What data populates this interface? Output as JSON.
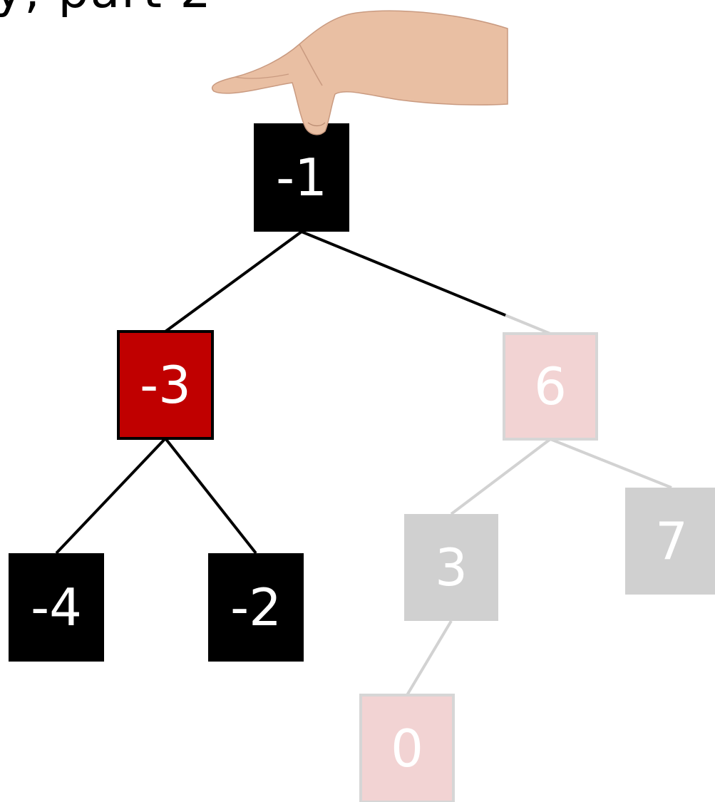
{
  "header": {
    "title_fragment": "y, part 2"
  },
  "tree": {
    "nodes": [
      {
        "id": "n-1",
        "label": "-1",
        "state": "black"
      },
      {
        "id": "n-3",
        "label": "-3",
        "state": "red"
      },
      {
        "id": "n6",
        "label": "6",
        "state": "faded-red"
      },
      {
        "id": "n-4",
        "label": "-4",
        "state": "black"
      },
      {
        "id": "n-2",
        "label": "-2",
        "state": "black"
      },
      {
        "id": "n3",
        "label": "3",
        "state": "faded-gray"
      },
      {
        "id": "n7",
        "label": "7",
        "state": "faded-gray"
      },
      {
        "id": "n0",
        "label": "0",
        "state": "faded-red"
      }
    ],
    "edges": [
      {
        "from": "n-1",
        "to": "n-3",
        "state": "active"
      },
      {
        "from": "n-1",
        "to": "n6",
        "state": "partial"
      },
      {
        "from": "n-3",
        "to": "n-4",
        "state": "active"
      },
      {
        "from": "n-3",
        "to": "n-2",
        "state": "active"
      },
      {
        "from": "n6",
        "to": "n3",
        "state": "faded"
      },
      {
        "from": "n6",
        "to": "n7",
        "state": "faded"
      },
      {
        "from": "n3",
        "to": "n0",
        "state": "faded"
      }
    ]
  },
  "colors": {
    "black_fill": "#000000",
    "black_text": "#ffffff",
    "red_fill": "#c00000",
    "red_border": "#000000",
    "faded_red_fill": "#f2d3d3",
    "faded_gray_fill": "#d0d0d0",
    "faded_border": "#d6d6d6",
    "faded_text": "#ffffff",
    "active_edge": "#000000",
    "faded_edge": "#d2d2d2",
    "skin": "#e9bfa3"
  },
  "decor": {
    "hand_icon": "hand-icon"
  }
}
